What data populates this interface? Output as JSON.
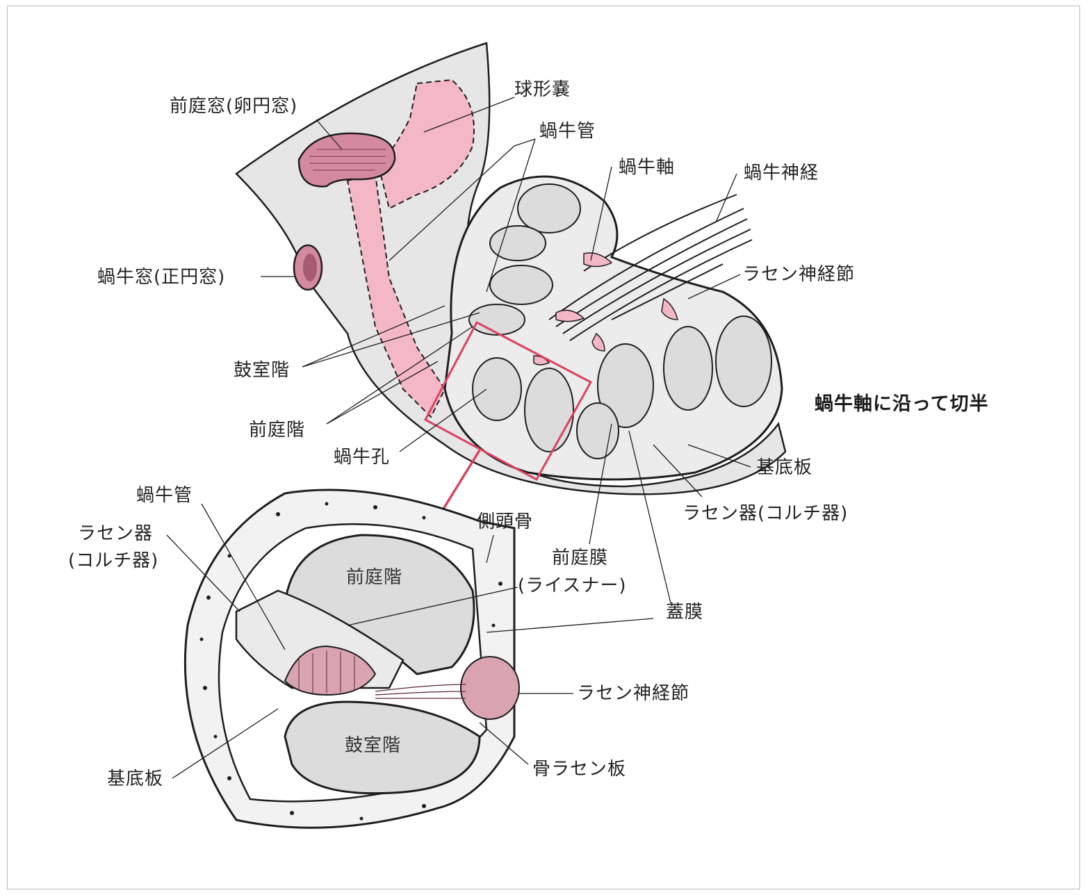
{
  "colors": {
    "pink": "#f4b7c5",
    "mauve": "#d48a9e",
    "gray": "#dcdcdc",
    "light": "#ececec",
    "red": "#d9435f",
    "ink": "#1e1e1e"
  },
  "labels": {
    "oval_window": "前庭窓(卵円窓)",
    "saccule": "球形嚢",
    "cochlear_duct_top": "蝸牛管",
    "modiolus": "蝸牛軸",
    "cochlear_nerve": "蝸牛神経",
    "round_window": "蝸牛窓(正円窓)",
    "spiral_ganglion_top": "ラセン神経節",
    "scala_tympani_top": "鼓室階",
    "section_caption": "蝸牛軸に沿って切半",
    "scala_vestibuli_top": "前庭階",
    "helicotrema": "蝸牛孔",
    "basilar_membrane_top": "基底板",
    "cochlear_duct_bottom": "蝸牛管",
    "organ_corti_top": "ラセン器(コルチ器)",
    "temporal_bone": "側頭骨",
    "organ_corti_bottom_1": "ラセン器",
    "organ_corti_bottom_2": "(コルチ器)",
    "vestibular_membrane_1": "前庭膜",
    "vestibular_membrane_2": "(ライスナー)",
    "scala_vestibuli_inner": "前庭階",
    "tectorial_membrane": "蓋膜",
    "spiral_ganglion_bottom": "ラセン神経節",
    "scala_tympani_inner": "鼓室階",
    "osseous_spiral_lamina": "骨ラセン板",
    "basilar_membrane_bottom": "基底板"
  }
}
